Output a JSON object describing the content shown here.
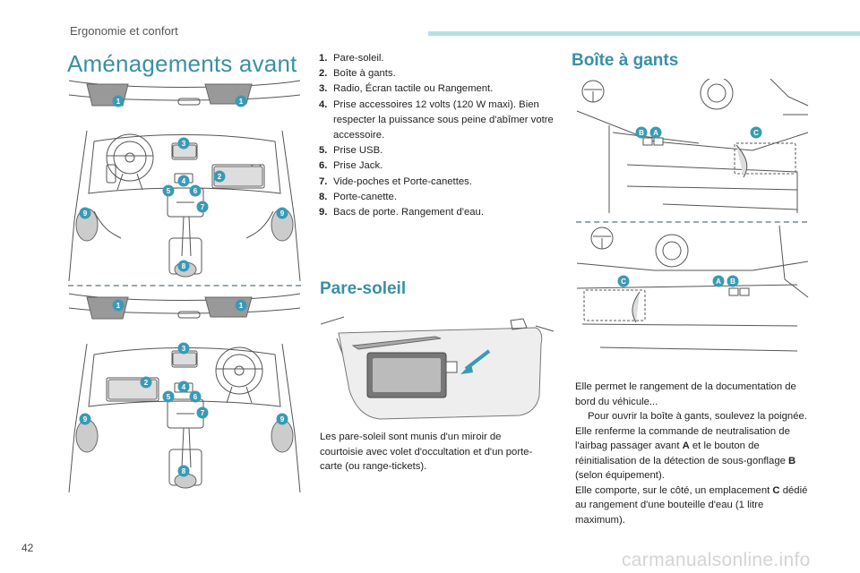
{
  "header": {
    "section": "Ergonomie et confort"
  },
  "page": {
    "number": "42"
  },
  "main": {
    "title": "Aménagements avant",
    "items": [
      {
        "n": "1.",
        "t": "Pare-soleil."
      },
      {
        "n": "2.",
        "t": "Boîte à gants."
      },
      {
        "n": "3.",
        "t": "Radio, Écran tactile ou Rangement."
      },
      {
        "n": "4.",
        "t": "Prise accessoires 12 volts (120 W maxi). Bien respecter la puissance sous peine d'abîmer votre accessoire."
      },
      {
        "n": "5.",
        "t": "Prise USB."
      },
      {
        "n": "6.",
        "t": "Prise Jack."
      },
      {
        "n": "7.",
        "t": "Vide-poches et Porte-canettes."
      },
      {
        "n": "8.",
        "t": "Porte-canette."
      },
      {
        "n": "9.",
        "t": "Bacs de porte. Rangement d'eau."
      }
    ]
  },
  "pare_soleil": {
    "title": "Pare-soleil",
    "text": "Les pare-soleil sont munis d'un miroir de courtoisie avec volet d'occultation et d'un porte-carte (ou range-tickets)."
  },
  "boite": {
    "title": "Boîte à gants",
    "p1": "Elle permet le rangement de la documentation de bord du véhicule...",
    "bullet_glyph": "",
    "bullet": "Pour ouvrir la boîte à gants, soulevez la poignée.",
    "p2_a": "Elle renferme la commande de neutralisation de l'airbag passager avant ",
    "p2_A": "A",
    "p2_b": " et le bouton de réinitialisation de la détection de sous-gonflage ",
    "p2_B": "B",
    "p2_c": " (selon équipement).",
    "p3_a": "Elle comporte, sur le côté, un emplacement ",
    "p3_C": "C",
    "p3_b": " dédié au rangement d'une bouteille d'eau (1 litre maximum)."
  },
  "callouts": {
    "top": [
      "1",
      "1",
      "3",
      "2",
      "4",
      "5",
      "6",
      "7",
      "9",
      "9",
      "8"
    ],
    "bottom": [
      "1",
      "1",
      "3",
      "2",
      "4",
      "5",
      "6",
      "7",
      "9",
      "9",
      "8"
    ],
    "glove_top": [
      "B",
      "A",
      "C"
    ],
    "glove_bottom": [
      "C",
      "A",
      "B"
    ]
  },
  "watermark": "carmanualsonline.info",
  "colors": {
    "accent": "#3a8fa8",
    "callout": "#3a9ab5",
    "header_bar": "#b3dfe8"
  }
}
